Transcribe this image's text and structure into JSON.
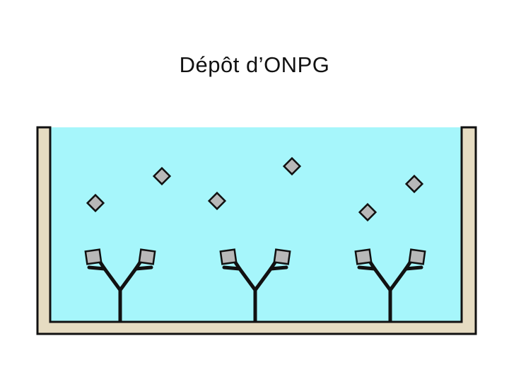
{
  "slide": {
    "title": "Dépôt d’ONPG"
  },
  "colors": {
    "liquid": "#a6f6fb",
    "wall": "#e6dcc2",
    "outline": "#111111",
    "substrate": "#b8b8b8",
    "antibody": "#111111"
  },
  "elements": {
    "container": "well-container",
    "antibodies": 3,
    "free_substrate_molecules": 6,
    "bound_enzymes_per_antibody": 2
  }
}
